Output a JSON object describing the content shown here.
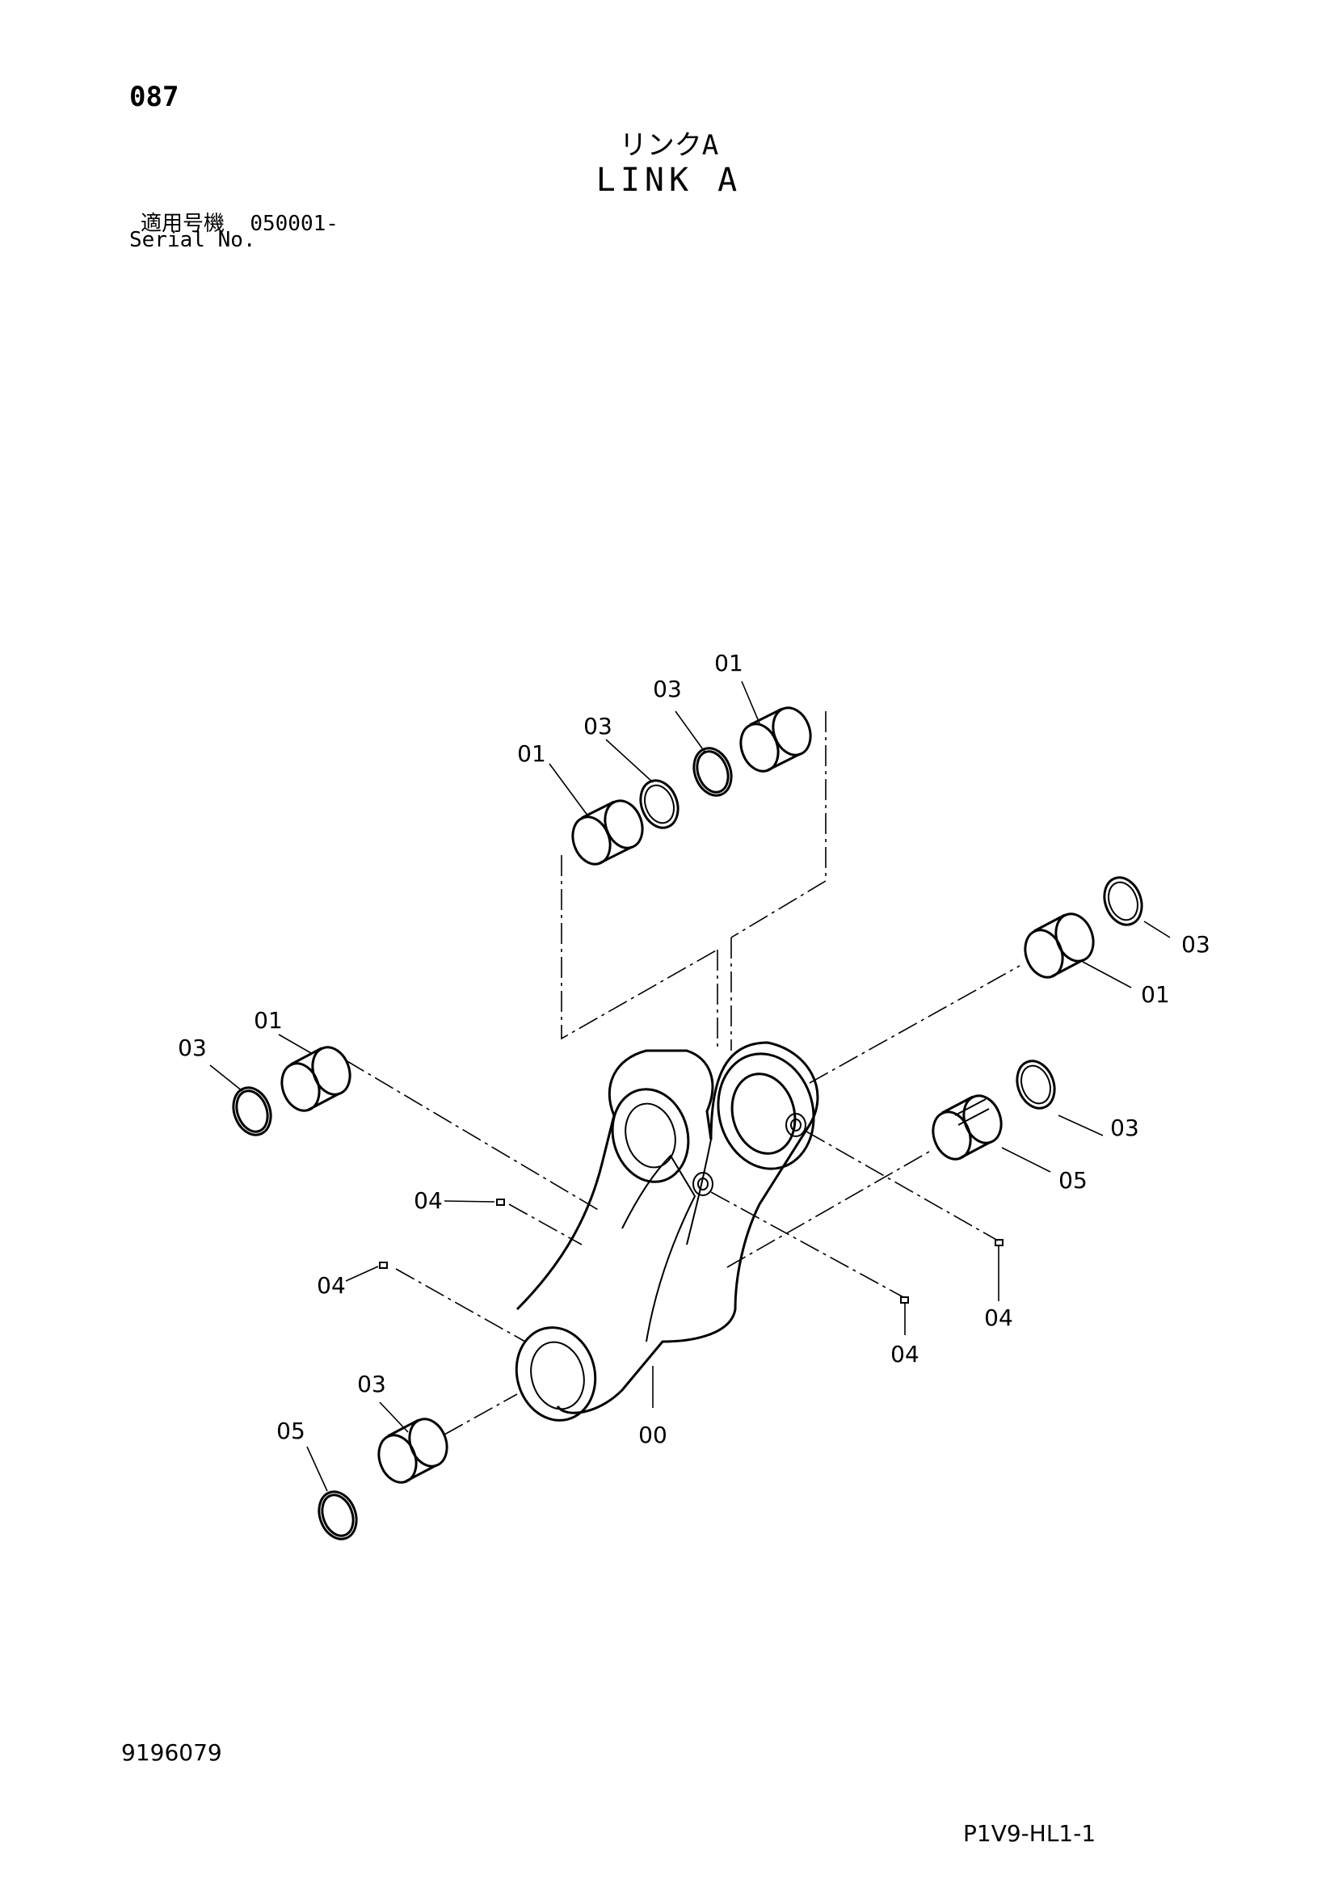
{
  "header": {
    "page_number": "087",
    "title_jp": "リンクA",
    "title_en": "LINK A",
    "serial_label_jp": "適用号機",
    "serial_value": "050001-",
    "serial_label_en": "Serial No."
  },
  "callouts": [
    "01",
    "03",
    "03",
    "01",
    "03",
    "01",
    "01",
    "03",
    "04",
    "04",
    "00",
    "05",
    "03",
    "03",
    "05",
    "04",
    "04"
  ],
  "footer": {
    "drawing_number": "9196079",
    "page_code": "P1V9-HL1-1"
  }
}
